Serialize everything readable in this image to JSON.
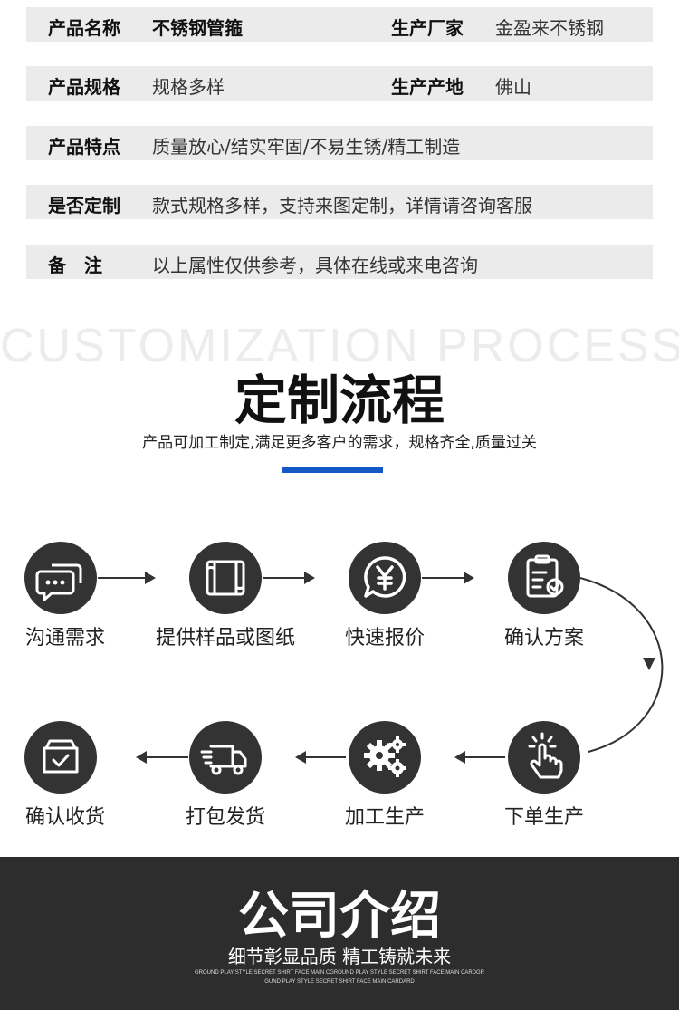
{
  "specs": [
    {
      "label": "产品名称",
      "value": "不锈钢管箍",
      "label2": "生产厂家",
      "value2": "金盈来不锈钢"
    },
    {
      "label": "产品规格",
      "value": "规格多样",
      "label2": "生产产地",
      "value2": "佛山"
    },
    {
      "label": "产品特点",
      "value": "质量放心/结实牢固/不易生锈/精工制造"
    },
    {
      "label": "是否定制",
      "value": "款式规格多样，支持来图定制，详情请咨询客服"
    },
    {
      "label": "备　注",
      "value": "以上属性仅供参考，具体在线或来电咨询"
    }
  ],
  "process": {
    "title_en": "CUSTOMIZATION PROCESS",
    "title": "定制流程",
    "subtitle": "产品可加工制定,满足更多客户的需求，规格齐全,质量过关",
    "accent": "#1358c4",
    "steps": [
      {
        "label": "沟通需求",
        "icon": "chat-bubbles-icon"
      },
      {
        "label": "提供样品或图纸",
        "icon": "blueprint-scroll-icon"
      },
      {
        "label": "快速报价",
        "icon": "yen-bubble-icon"
      },
      {
        "label": "确认方案",
        "icon": "clipboard-check-icon"
      },
      {
        "label": "下单生产",
        "icon": "click-hand-icon"
      },
      {
        "label": "加工生产",
        "icon": "gears-icon"
      },
      {
        "label": "打包发货",
        "icon": "delivery-truck-icon"
      },
      {
        "label": "确认收货",
        "icon": "box-check-icon"
      }
    ]
  },
  "company": {
    "title": "公司介绍",
    "subtitle": "细节彰显品质 精工铸就未来",
    "fine_line1": "GROUND PLAY STYLE SECRET SHIRT FACE MAIN CGROUND PLAY STYLE SECRET SHIRT FACE MAIN CARDGR",
    "fine_line2": "GUND PLAY STYLE SECRET SHIRT FACE MAIN CARDARD"
  }
}
